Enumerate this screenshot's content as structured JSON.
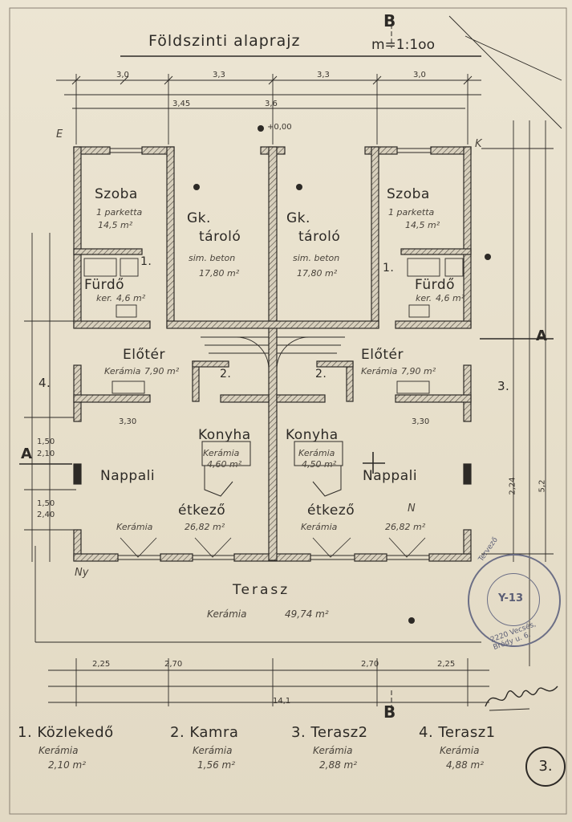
{
  "title": "Földszinti alaprajz",
  "scale": "m=1:1oo",
  "section_mark_b": "B",
  "section_mark_a": "A",
  "rooms": {
    "szoba_left": {
      "name": "Szoba",
      "floor": "1 parketta",
      "area": "14,5 m²"
    },
    "szoba_right": {
      "name": "Szoba",
      "floor": "1 parketta",
      "area": "14,5 m²"
    },
    "gk_left": {
      "name1": "Gk.",
      "name2": "tároló",
      "floor": "sim. beton",
      "area": "17,80 m²"
    },
    "gk_right": {
      "name1": "Gk.",
      "name2": "tároló",
      "floor": "sim. beton",
      "area": "17,80 m²"
    },
    "furdo_left": {
      "name": "Fürdő",
      "floor": "ker.",
      "area": "4,6 m²"
    },
    "furdo_right": {
      "name": "Fürdő",
      "floor": "ker.",
      "area": "4,6 m²"
    },
    "eloter_left": {
      "name": "Előtér",
      "floor": "Kerámia",
      "area": "7,90 m²"
    },
    "eloter_right": {
      "name": "Előtér",
      "floor": "Kerámia",
      "area": "7,90 m²"
    },
    "konyha_left": {
      "name": "Konyha",
      "floor": "Kerámia",
      "area": "4,60 m²"
    },
    "konyha_right": {
      "name": "Konyha",
      "floor": "Kerámia",
      "area": "4,50 m²"
    },
    "nappali_left": {
      "name": "Nappali"
    },
    "nappali_right": {
      "name": "Nappali"
    },
    "etkezo_left": {
      "name": "étkező",
      "floor": "Kerámia",
      "area": "26,82 m²"
    },
    "etkezo_right": {
      "name": "étkező",
      "floor": "Kerámia",
      "area": "26,82 m²"
    },
    "terasz": {
      "name": "Terasz",
      "floor": "Kerámia",
      "area": "49,74 m²"
    }
  },
  "room_numbers": {
    "n1_left": "1.",
    "n1_right": "1.",
    "n2_left": "2.",
    "n2_right": "2.",
    "n4": "4.",
    "n3": "3."
  },
  "dimensions": {
    "top1": "3,0",
    "top2": "3,3",
    "top3": "3,3",
    "top4": "3,0",
    "top5": "3,45",
    "top6": "3,6",
    "mid_left": "3,30",
    "mid_right": "3,30",
    "bot1": "2,25",
    "bot2": "2,70",
    "bot3": "2,70",
    "bot4": "2,25",
    "bot_total": "14,1",
    "right1": "2,24",
    "right2": "5,2",
    "left1": "1,50",
    "left2": "2,10",
    "left3": "1,50",
    "left4": "2,40",
    "elev": "+0,00"
  },
  "legend": [
    {
      "name": "1. Közlekedő",
      "material": "Kerámia",
      "area": "2,10 m²"
    },
    {
      "name": "2. Kamra",
      "material": "Kerámia",
      "area": "1,56 m²"
    },
    {
      "name": "3. Terasz2",
      "material": "Kerámia",
      "area": "2,88 m²"
    },
    {
      "name": "4. Terasz1",
      "material": "Kerámia",
      "area": "4,88 m²"
    }
  ],
  "compass": {
    "ny": "Ny",
    "n": "N",
    "k": "K",
    "e": "E"
  },
  "page_number": "3.",
  "stamp": {
    "center": "Y-13",
    "address": "2220 Vecsés, Bródy u. 6.",
    "top": "Tervező"
  },
  "colors": {
    "ink": "#2d2a26",
    "paper": "#e9e1cf",
    "stamp": "#6c6f86"
  }
}
